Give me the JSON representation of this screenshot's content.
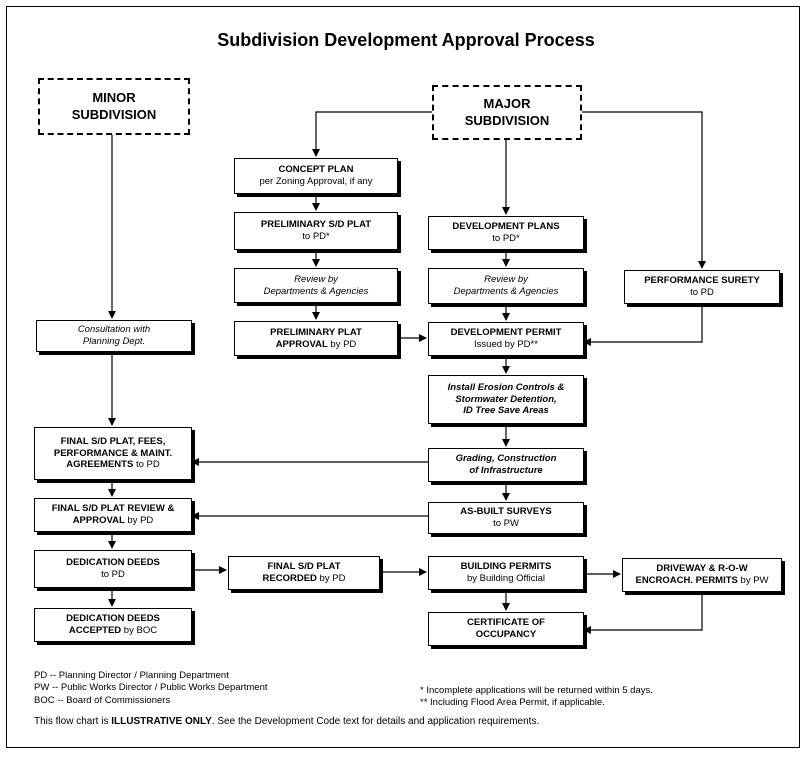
{
  "title": "Subdivision Development Approval Process",
  "nodes": {
    "minor": {
      "l1": "MINOR",
      "l2": "SUBDIVISION"
    },
    "major": {
      "l1": "MAJOR",
      "l2": "SUBDIVISION"
    },
    "concept": {
      "l1": "CONCEPT PLAN",
      "l2": "per Zoning Approval, if any"
    },
    "prelim_plat": {
      "l1": "PRELIMINARY S/D PLAT",
      "l2": "to PD*"
    },
    "dev_plans": {
      "l1": "DEVELOPMENT PLANS",
      "l2": "to PD*"
    },
    "review_left": {
      "l1": "Review by",
      "l2": "Departments & Agencies"
    },
    "review_mid": {
      "l1": "Review by",
      "l2": "Departments & Agencies"
    },
    "perf_surety": {
      "l1": "PERFORMANCE SURETY",
      "l2": "to PD"
    },
    "consultation": {
      "l1": "Consultation with",
      "l2": "Planning Dept."
    },
    "prelim_approval": {
      "l1": "PRELIMINARY PLAT",
      "l2a": "APPROVAL",
      "l2b": " by PD"
    },
    "dev_permit": {
      "l1": "DEVELOPMENT PERMIT",
      "l2": "Issued by PD**"
    },
    "erosion": {
      "l1": "Install Erosion Controls &",
      "l2": "Stormwater Detention,",
      "l3": "ID Tree Save Areas"
    },
    "final_plat_fees": {
      "l1": "FINAL S/D PLAT, FEES,",
      "l2": "PERFORMANCE & MAINT.",
      "l3a": "AGREEMENTS",
      "l3b": " to PD"
    },
    "grading": {
      "l1": "Grading, Construction",
      "l2": "of Infrastructure"
    },
    "final_review": {
      "l1": "FINAL S/D PLAT REVIEW &",
      "l2a": "APPROVAL",
      "l2b": " by PD"
    },
    "as_built": {
      "l1": "AS-BUILT SURVEYS",
      "l2": "to PW"
    },
    "dedication": {
      "l1": "DEDICATION DEEDS",
      "l2": "to PD"
    },
    "final_recorded": {
      "l1": "FINAL S/D PLAT",
      "l2a": "RECORDED",
      "l2b": " by PD"
    },
    "building": {
      "l1": "BUILDING PERMITS",
      "l2": "by Building Official"
    },
    "driveway": {
      "l1": "DRIVEWAY & R-O-W",
      "l2a": "ENCROACH. PERMITS",
      "l2b": " by PW"
    },
    "deeds_accepted": {
      "l1": "DEDICATION DEEDS",
      "l2a": "ACCEPTED",
      "l2b": " by BOC"
    },
    "certificate": {
      "l1": "CERTIFICATE OF",
      "l2": "OCCUPANCY"
    }
  },
  "legend": [
    "PD -- Planning Director / Planning Department",
    "PW -- Public Works Director / Public Works Department",
    "BOC -- Board of Commissioners"
  ],
  "footnotes": [
    "* Incomplete applications will be returned within 5 days.",
    "** Including Flood Area Permit, if applicable."
  ],
  "disclaimer": {
    "pre": "This flow chart is ",
    "bold": "ILLUSTRATIVE ONLY",
    "post": ". See the Development Code text for details and application requirements."
  }
}
